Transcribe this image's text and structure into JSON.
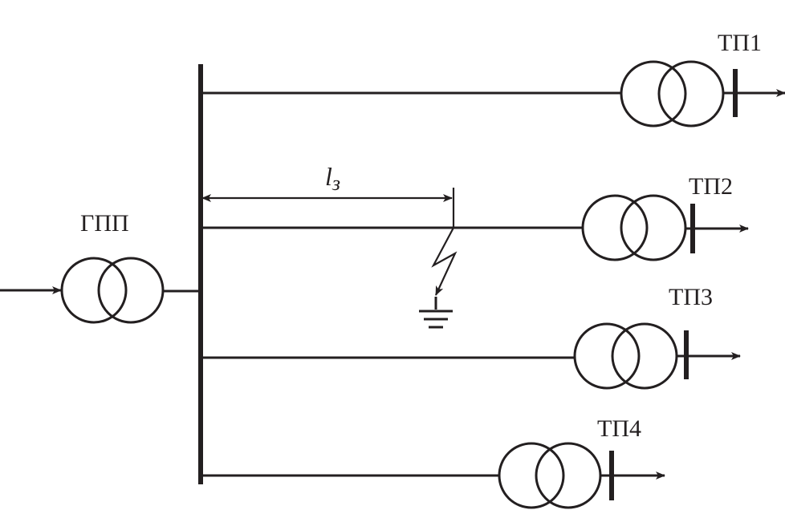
{
  "diagram": {
    "source_label": "ГПП",
    "distance_label": "l",
    "distance_subscript": "з",
    "substations": [
      {
        "label": "ТП1"
      },
      {
        "label": "ТП2"
      },
      {
        "label": "ТП3"
      },
      {
        "label": "ТП4"
      }
    ],
    "fault": {
      "type": "ground-fault"
    }
  }
}
